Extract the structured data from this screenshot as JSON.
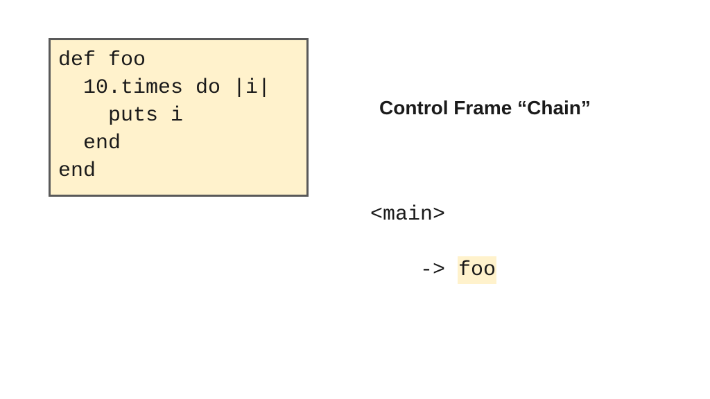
{
  "code": {
    "lines": [
      "def foo",
      "  10.times do |i|",
      "    puts i",
      "  end",
      "end"
    ]
  },
  "title": "Control Frame “Chain”",
  "chain": {
    "main": "<main>",
    "arrow": "->",
    "current": "foo"
  },
  "colors": {
    "code_background": "#fff2cc",
    "code_border": "#595959",
    "highlight": "#fff2cc",
    "text": "#1a1a1a"
  }
}
